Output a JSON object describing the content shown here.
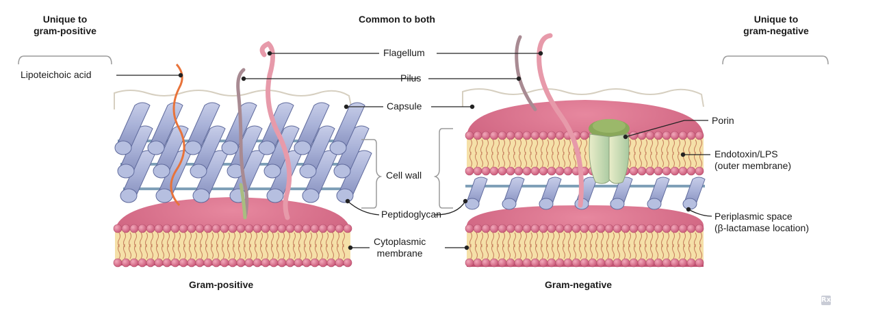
{
  "headers": {
    "unique_gram_positive": [
      "Unique to",
      "gram-positive"
    ],
    "common": "Common to both",
    "unique_gram_negative": [
      "Unique to",
      "gram-negative"
    ]
  },
  "labels": {
    "lipoteichoic_acid": "Lipoteichoic acid",
    "flagellum": "Flagellum",
    "pilus": "Pilus",
    "capsule": "Capsule",
    "cell_wall": "Cell wall",
    "peptidoglycan": "Peptidoglycan",
    "cytoplasmic_membrane": [
      "Cytoplasmic",
      "membrane"
    ],
    "porin": "Porin",
    "endotoxin": [
      "Endotoxin/LPS",
      "(outer membrane)"
    ],
    "periplasmic": [
      "Periplasmic space",
      "(β-lactamase location)"
    ]
  },
  "captions": {
    "gram_positive": "Gram-positive",
    "gram_negative": "Gram-negative"
  },
  "logo": "Rx",
  "colors": {
    "phospholipid_head": "#d9748f",
    "membrane_core": "#f5e0a8",
    "peptidoglycan_cylinder": "#a9b3d6",
    "crosslink": "#7fa0b8",
    "lipoteichoic_acid": "#e8733a",
    "flagellum": "#e79aaa",
    "pilus": "#a88a92",
    "porin": "#b9cf9a"
  }
}
